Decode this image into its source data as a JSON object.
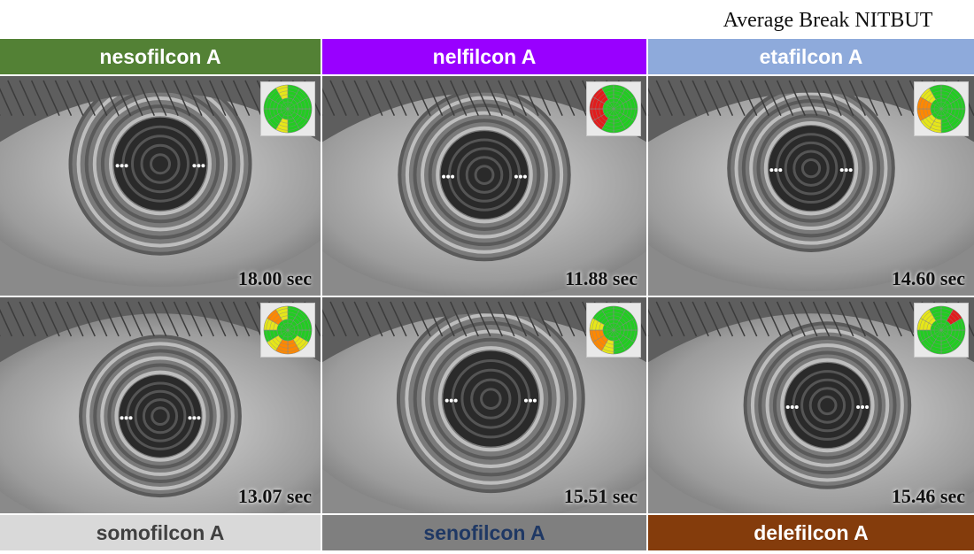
{
  "title": "Average Break NITBUT",
  "panels": [
    {
      "label": "nesofilcon A",
      "time": "18.00 sec",
      "label_bg": "#538135",
      "label_color": "#ffffff"
    },
    {
      "label": "nelfilcon A",
      "time": "11.88 sec",
      "label_bg": "#9900ff",
      "label_color": "#ffffff"
    },
    {
      "label": "etafilcon A",
      "time": "14.60 sec",
      "label_bg": "#8eaadb",
      "label_color": "#ffffff"
    },
    {
      "label": "somofilcon A",
      "time": "13.07 sec",
      "label_bg": "#d9d9d9",
      "label_color": "#404040"
    },
    {
      "label": "senofilcon A",
      "time": "15.51 sec",
      "label_bg": "#7f7f7f",
      "label_color": "#1f3864"
    },
    {
      "label": "delefilcon A",
      "time": "15.46 sec",
      "label_bg": "#843c0c",
      "label_color": "#ffffff"
    }
  ],
  "map_colors": {
    "good": "#22cc22",
    "fair": "#e6e619",
    "poor": "#ff8800",
    "bad": "#e21c1c"
  }
}
